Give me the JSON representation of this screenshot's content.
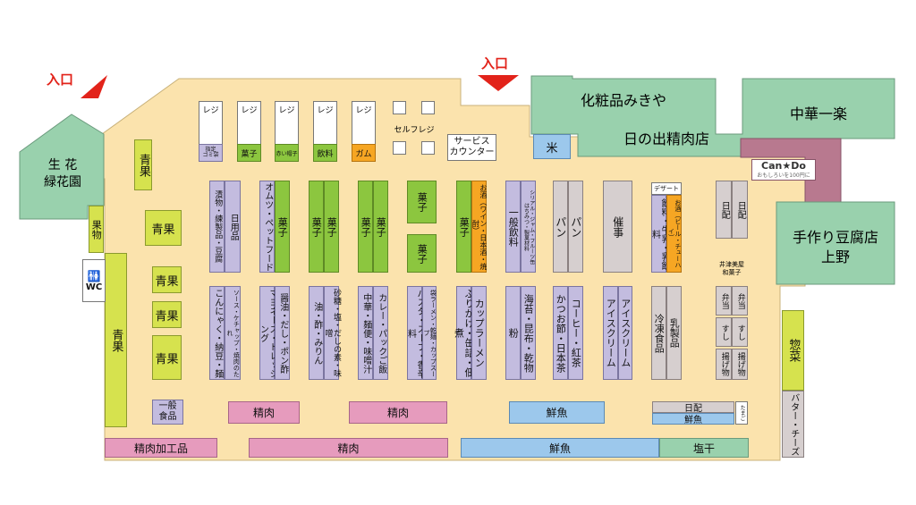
{
  "map": {
    "entrances": [
      "入口",
      "入口"
    ],
    "outside_stores": {
      "flower": "生 花\n緑花園",
      "cosmetics": "化粧品みきや",
      "meat": "日の出精肉店",
      "chinese": "中華一楽",
      "tofu": "手作り豆腐店\n上野",
      "cando": "Can★Do",
      "cando_sub": "おもしろいを100円に"
    },
    "registers": [
      "レジ",
      "レジ",
      "レジ",
      "レジ",
      "レジ"
    ],
    "register_labels": [
      "指定\nゴミ袋",
      "菓子",
      "赤い帽子",
      "飲料",
      "ガム"
    ],
    "self_register": "セルフレジ",
    "service_counter": "サービス\nカウンター",
    "rice": "米",
    "toilet": "WC",
    "aisles": {
      "seika": "青果",
      "kudamono": "果物",
      "ippan": "一般\n食品",
      "a1_top": "漬物・練製品・豆腐",
      "a1_top_r": "日用品",
      "a1_bot": "こんにゃく・納豆・麺",
      "a1_bot_r": "ソース・ケチャップ・焼肉のたれ",
      "a2_top": "オムツ・ペットフード",
      "a2_top_r": "菓子",
      "a2_bot": "マヨネーズ・ドレッシング",
      "a2_bot_r": "醤油・だし・ポン酢",
      "a3_top": "菓子",
      "a3_top_r": "菓子",
      "a3_bot": "油・酢・みりん",
      "a3_bot_r": "砂糖・塩・だしの素・味噌",
      "a4_top": "菓子",
      "a4_top_r": "菓子",
      "a4_bot": "中華・麺便・味噌汁",
      "a4_bot_r": "カレー・パックご飯",
      "a5_top1": "菓子",
      "a5_top2": "菓子",
      "a5_bot": "パスタ・スープ・香辛料",
      "a5_bot_r": "袋ラーメン・乾麺・カップスープ",
      "a6_top": "菓子",
      "a6_top_r": "お酒（ワイン・日本酒・焼酎）",
      "a6_bot": "ふりかけ・缶詰・佃煮",
      "a6_bot_r": "カップラーメン",
      "a7_top": "一般飲料",
      "a7_top_r": "シリアル・ジャム・フルーツ缶\nはちみつ・製菓材料",
      "a7_bot": "粉",
      "a7_bot_r": "海苔・昆布・乾物",
      "a8_top": "パン",
      "a8_top_r": "パン",
      "a8_bot": "かつお節・日本茶",
      "a8_bot_r": "コーヒー・紅茶",
      "a9_top": "催事",
      "a9_bot": "アイスクリーム",
      "a9_bot_r": "アイスクリーム",
      "a10_header": "デザート",
      "a10_top": "飲料・牛乳・乳飲料",
      "a10_top_r": "お酒（ビール・チューハイ）",
      "a10_bot": "冷凍食品",
      "a10_bot_r": "乳製品",
      "nichihai": "日配",
      "wagashi": "井津美屋\n和菓子",
      "bento": "弁当",
      "sushi": "すし",
      "agemono": "揚げ物",
      "sozai": "惣菜",
      "butter": "バター・チーズ",
      "seiniku": "精肉",
      "sengyo": "鮮魚",
      "tamago": "たまご",
      "seiniku_kako": "精肉加工品",
      "shiohoshi": "塩干"
    }
  }
}
